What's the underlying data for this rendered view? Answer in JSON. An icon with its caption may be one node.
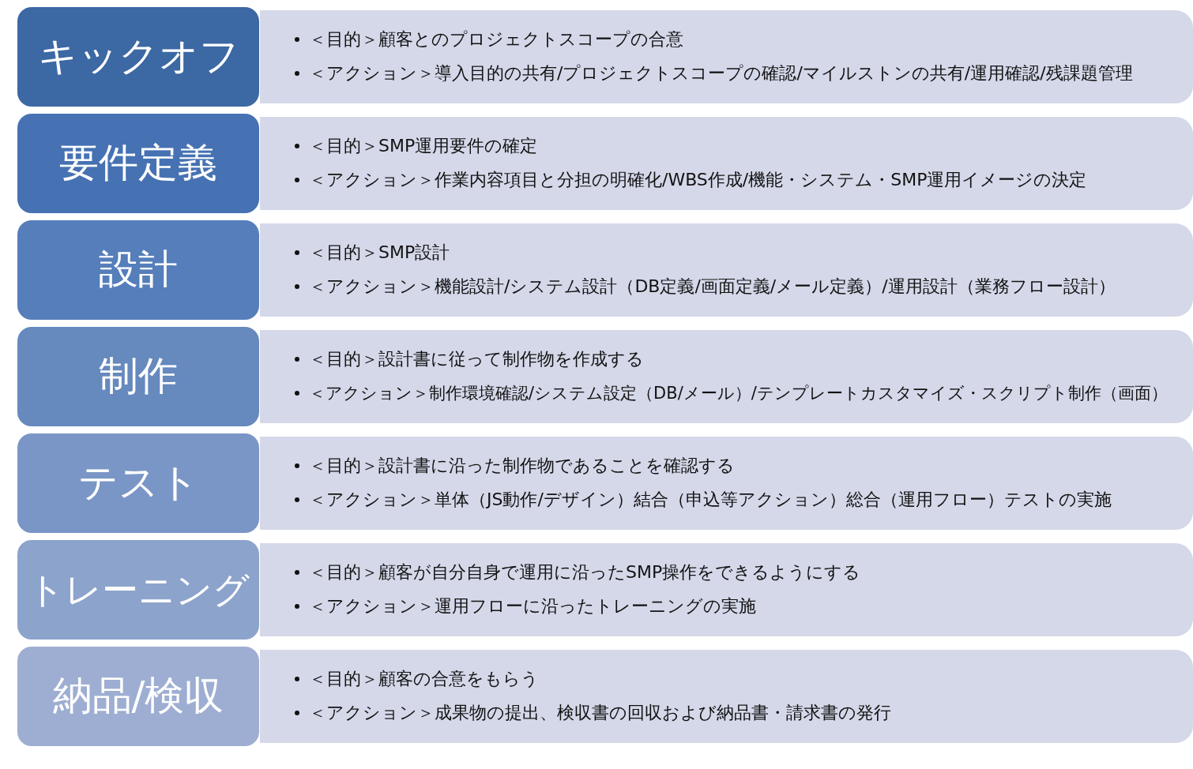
{
  "diagram": {
    "nodes": [
      {
        "text": [
          "キックオフ"
        ]
      },
      {
        "text": [
          "＜目的＞顧客とのプロジェクトスコープの合意",
          "＜アクション＞導入目的の共有/プロジェクトスコープの確認/マイルストンの共有/運用確認/残課題管理"
        ]
      },
      {
        "text": [
          "要件定義"
        ]
      },
      {
        "text": [
          "＜目的＞SMP運用要件の確定",
          "＜アクション＞作業内容項目と分担の明確化/WBS作成/機能・システム・SMP運用イメージの決定"
        ]
      },
      {
        "text": [
          "設計"
        ]
      },
      {
        "text": [
          "＜目的＞SMP設計",
          "＜アクション＞機能設計/システム設計（DB定義/画面定義/メール定義）/運用設計（業務フロー設計）"
        ]
      },
      {
        "text": [
          "制作"
        ]
      },
      {
        "text": [
          "＜目的＞設計書に従って制作物を作成する",
          "＜アクション＞制作環境確認/システム設定（DB/メール）/テンプレートカスタマイズ・スクリプト制作（画面）"
        ]
      },
      {
        "text": [
          "テスト"
        ]
      },
      {
        "text": [
          "＜目的＞設計書に沿った制作物であることを確認する",
          "＜アクション＞単体（JS動作/デザイン）結合（申込等アクション）総合（運用フロー）テストの実施"
        ]
      },
      {
        "text": [
          "トレーニング"
        ]
      },
      {
        "text": [
          "＜目的＞顧客が自分自身で運用に沿ったSMP操作をできるようにする",
          "＜アクション＞運用フローに沿ったトレーニングの実施"
        ]
      },
      {
        "text": [
          "納品/検収"
        ]
      },
      {
        "text": [
          "＜目的＞顧客の合意をもらう",
          "＜アクション＞成果物の提出、検収書の回収および納品書・請求書の発行"
        ]
      }
    ]
  }
}
